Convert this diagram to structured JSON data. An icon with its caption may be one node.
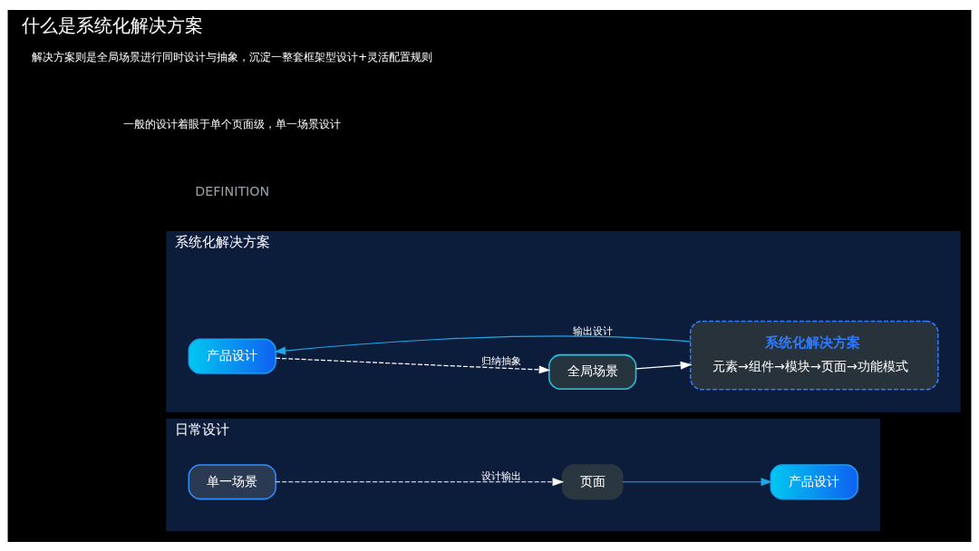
{
  "diagram": {
    "title": "什么是系统化解决方案",
    "nodes": [
      {
        "text": [
          "日常设计"
        ]
      },
      {
        "text": [
          "单一场景"
        ],
        "in": 0
      },
      {
        "text": [
          "页面"
        ],
        "in": 0
      },
      {
        "text": [
          "产品设计"
        ],
        "in": 0
      },
      {
        "text": [
          "系统化解决方案"
        ]
      },
      {
        "text": [
          "产品设计"
        ],
        "in": 4
      },
      {
        "text": [
          "全局场景"
        ],
        "in": 4
      },
      {
        "text": [
          "系统化解决方案",
          "元素→组件→模块→页面→功能模式"
        ],
        "in": 4
      }
    ],
    "edges": [
      {
        "from": 1,
        "to": 2,
        "arrow": "to",
        "label": "设计输出",
        "style": "dashed"
      },
      {
        "from": 2,
        "to": 3,
        "arrow": "to",
        "color": "#1fa8e8"
      },
      {
        "from": 5,
        "to": 6,
        "arrow": "to",
        "label": "归纳抽象",
        "style": "dashed"
      },
      {
        "from": 6,
        "to": 7,
        "arrow": "to"
      },
      {
        "from": 7,
        "to": 5,
        "arrow": "to",
        "label": "输出设计",
        "color": "#1fa8e8"
      }
    ],
    "labels": [
      "DEFINITION",
      "一般的设计着眼于单个页面级，单一场景设计",
      "解决方案则是全局场景进行同时设计与抽象，沉淀一整套框架型设计+灵活配置规则"
    ]
  }
}
